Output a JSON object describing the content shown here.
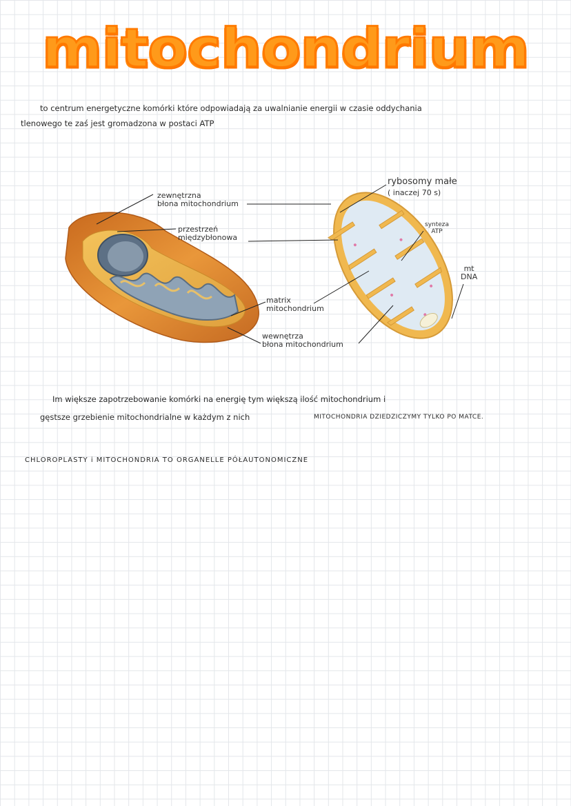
{
  "title": "mitochondrium",
  "intro": {
    "line1": "to centrum energetyczne komórki które odpowiadają za uwalnianie energii w czasie oddychania",
    "line2": "tlenowego te zaś jest gromadzona w postaci ATP"
  },
  "diagram_labels": {
    "outer_membrane_1": "zewnętrzna",
    "outer_membrane_2": "błona mitochondrium",
    "intermembrane_1": "przestrzeń",
    "intermembrane_2": "międzybłonowa",
    "matrix_1": "matrix",
    "matrix_2": "mitochondrium",
    "inner_membrane_1": "wewnętrza",
    "inner_membrane_2": "błona mitochondrium",
    "ribosomes_1": "rybosomy małe",
    "ribosomes_2": "( inaczej 70 s)",
    "atp_1": "synteza",
    "atp_2": "ATP",
    "dna_1": "mt",
    "dna_2": "DNA"
  },
  "para2": {
    "line1": "Im większe zapotrzebowanie komórki na energię tym większą ilość mitochondrium i",
    "line2_a": "gęstsze grzebienie mitochondrialne w każdym z nich",
    "line2_b": "MITOCHONDRIA DZIEDZICZYMY TYLKO PO MATCE."
  },
  "para3": {
    "text": "CHLOROPLASTY i MITOCHONDRIA TO ORGANELLE PÓŁAUTONOMICZNE"
  },
  "colors": {
    "title": "#ff9a1a",
    "membrane": "#e8b048",
    "outer_shell": "#d9832a",
    "matrix": "#dde9f2",
    "cristae": "#7f95aa"
  }
}
